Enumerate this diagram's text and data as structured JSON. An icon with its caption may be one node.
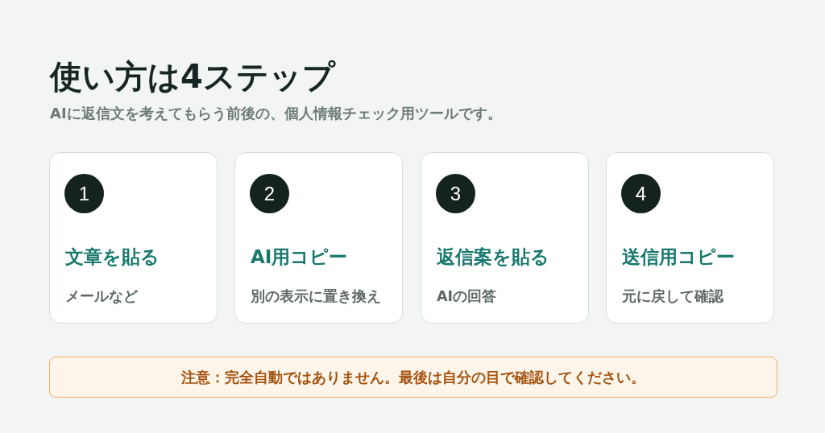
{
  "diagram": {
    "title": "使い方は4ステップ",
    "nodes": [
      {
        "text": [
          "文章を貼る",
          "メールなど"
        ]
      },
      {
        "text": [
          "1"
        ],
        "in": 0
      },
      {
        "text": [
          "AI用コピー",
          "別の表示に置き換え"
        ]
      },
      {
        "text": [
          "2"
        ],
        "in": 2
      },
      {
        "text": [
          "返信案を貼る",
          "AIの回答"
        ]
      },
      {
        "text": [
          "3"
        ],
        "in": 4
      },
      {
        "text": [
          "送信用コピー",
          "元に戻して確認"
        ]
      },
      {
        "text": [
          "4"
        ],
        "in": 6
      },
      {
        "text": [
          "注意：完全自動ではありません。最後は自分の目で確認してください。"
        ]
      }
    ],
    "labels": [
      "AIに返信文を考えてもらう前後の、個人情報チェック用ツールです。"
    ]
  }
}
